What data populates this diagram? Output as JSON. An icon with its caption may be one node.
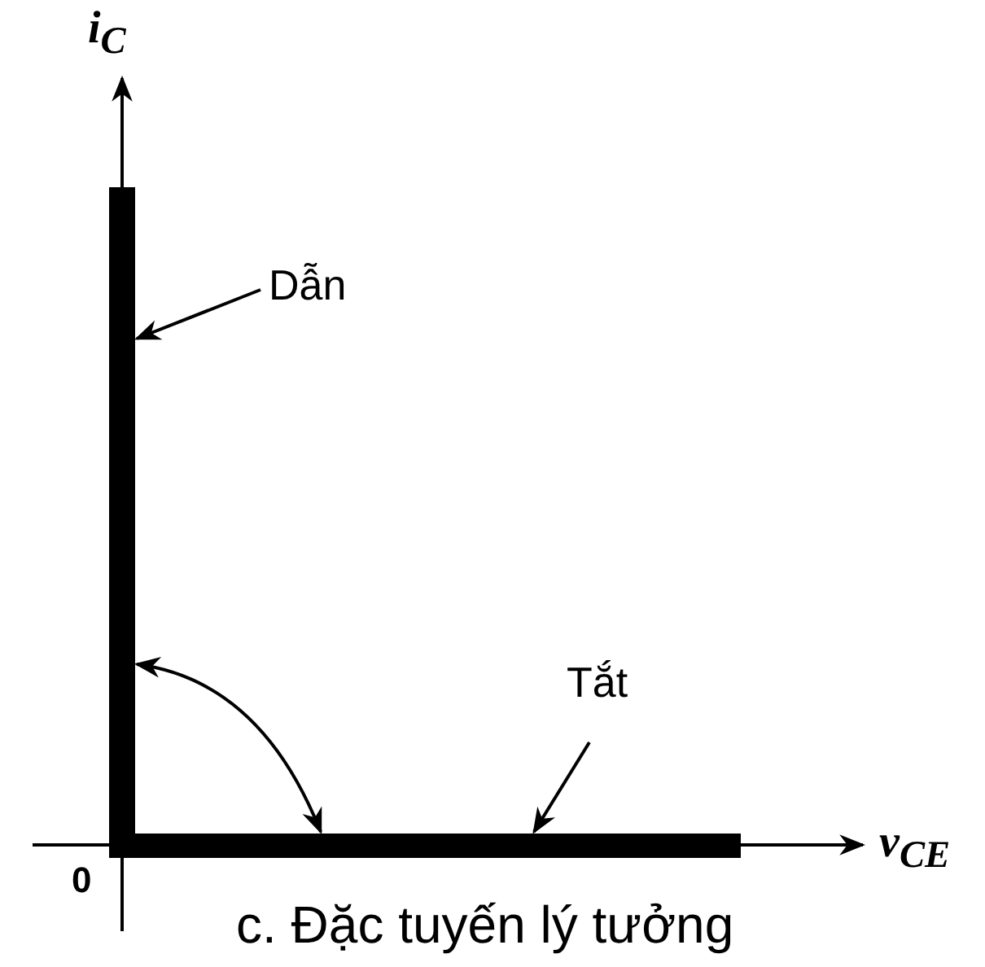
{
  "diagram": {
    "caption": "c.  Đặc tuyến lý tưởng",
    "nodes": [
      {
        "text": [
          "Dẫn"
        ]
      },
      {
        "text": [],
        "shape": "bar"
      },
      {
        "text": [
          "Tắt"
        ]
      },
      {
        "text": [],
        "shape": "bar"
      }
    ],
    "edges": [
      {
        "from": 0,
        "to": 1,
        "arrow": "to"
      },
      {
        "from": 2,
        "to": 3,
        "arrow": "to"
      },
      {
        "from": 1,
        "to": 3,
        "arrow": "both"
      }
    ],
    "labels": [
      "i$_{C}$",
      "v$_{CE}$",
      "0"
    ]
  }
}
